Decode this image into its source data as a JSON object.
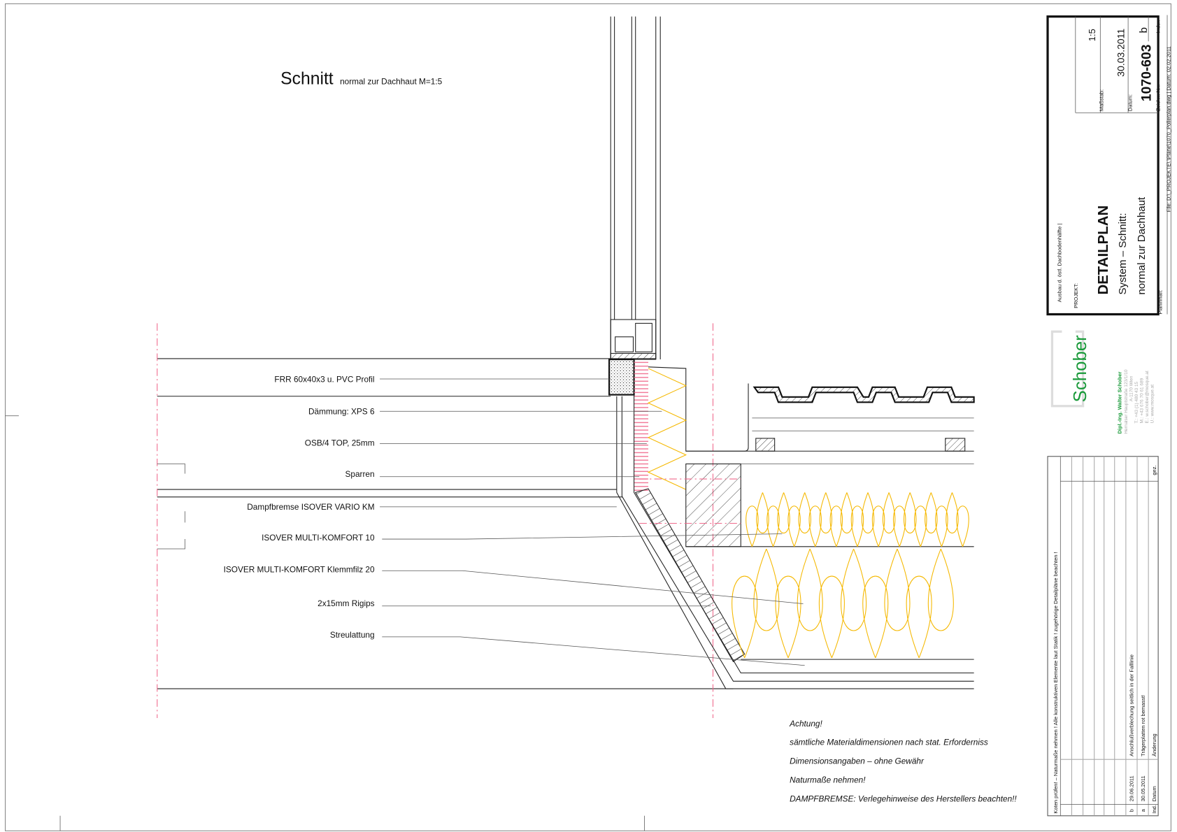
{
  "title": {
    "main": "Schnitt",
    "sub": "normal zur Dachhaut M=1:5"
  },
  "labels": [
    "FRR 60x40x3 u. PVC Profil",
    "Dämmung: XPS 6",
    "OSB/4 TOP, 25mm",
    "Sparren",
    "Dampfbremse ISOVER VARIO KM",
    "ISOVER MULTI-KOMFORT 10",
    "ISOVER MULTI-KOMFORT Klemmfilz 20",
    "2x15mm Rigips",
    "Streulattung"
  ],
  "notes": [
    "Achtung!",
    "sämtliche Materialdimensionen nach stat. Erforderniss",
    "Dimensionsangaben – ohne Gewähr",
    "Naturmaße nehmen!",
    "DAMPFBREMSE: Verlegehinweise des Herstellers beachten!!"
  ],
  "title_block": {
    "project_name": "Ausbau d. östl. Dachbodenhälfte |",
    "project_label": "PROJEKT:",
    "plan_type": "DETAILPLAN",
    "content_line1": "System – Schnitt:",
    "content_line2": "normal zur Dachhaut",
    "content_label": "Planinhalt:",
    "scale_label": "Maßstab:",
    "scale": "1:5",
    "date_label": "Datum:",
    "date": "30.03.2011",
    "drawing_no_label": "Zeichn. Nr.:",
    "drawing_no": "1070-603",
    "index_label": "Index",
    "index": "b",
    "file": "File: D:\\_PROJEKTE\\    \\Pläne\\1070_Polierplan.dwg  |  Datum: 02.02.2011"
  },
  "logo": {
    "name": "Schober",
    "company": "Dipl.-Ing. Walter Schober",
    "address": [
      "Hernalser Hauptstraße 123/1/10",
      "A-1170 Wien",
      "T.: +43 (1) 480 43 15",
      "M.: +43 676 70 61 689",
      "E.: w.schober@mosque.at",
      "U.: www.mosque.at"
    ]
  },
  "revisions": {
    "header": "Koten prüfen! – Naturmaße nehmen !     Alle konstruktiven Elemente laut Statik !     zugehörige Detailpläne beachten !",
    "columns": {
      "index": "Ind.",
      "date": "Datum",
      "change": "Änderung",
      "drawn": "gez."
    },
    "rows": [
      {
        "index": "b",
        "date": "29.06.2011",
        "change": "Anschlußverblechung seitlich in der Falllinie"
      },
      {
        "index": "a",
        "date": "30.05.2011",
        "change": "Trägerplatten rot bemasst!"
      }
    ]
  },
  "colors": {
    "insulation": "#f5b800",
    "xps": "#f06a8c",
    "logo": "#1a9a3a",
    "line": "#222222"
  }
}
